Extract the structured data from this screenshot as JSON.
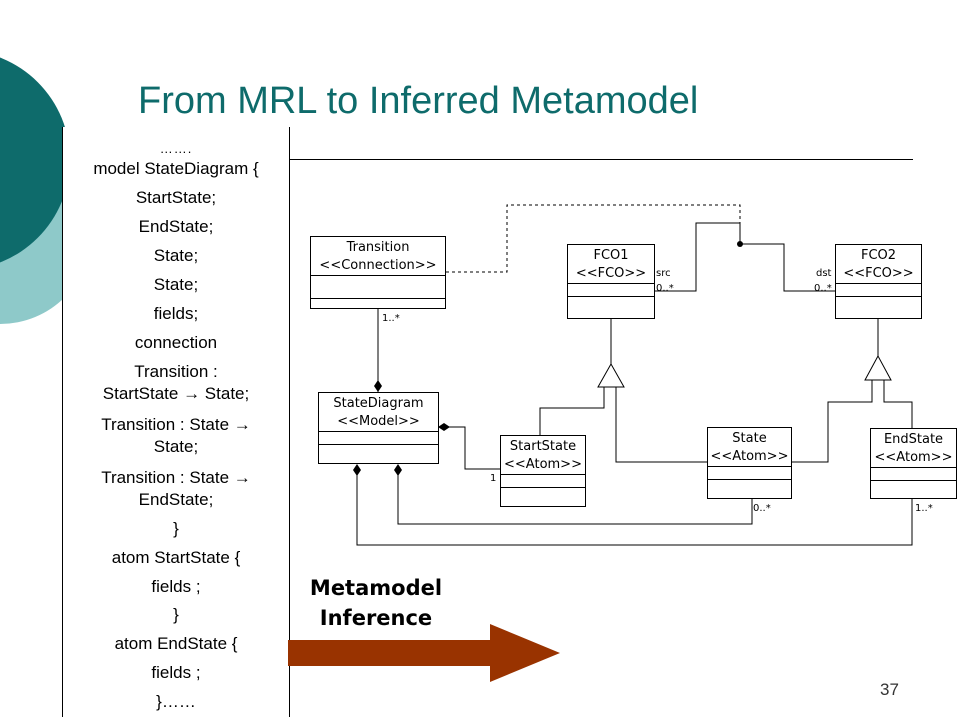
{
  "slide": {
    "title": "From MRL to Inferred Metamodel",
    "page_number": "37"
  },
  "code_lines": [
    "…….",
    "model StateDiagram {",
    "StartState;",
    "EndState;",
    "State;",
    "State;",
    "fields;",
    "connection",
    "Transition :",
    "StartState → State;",
    "Transition : State →",
    "State;",
    "Transition : State →",
    "EndState;",
    "}",
    "atom StartState {",
    "fields ;",
    "}",
    "atom EndState {",
    "fields ;",
    "}……"
  ],
  "inference_label": {
    "line1": "Metamodel",
    "line2": "Inference"
  },
  "diagram": {
    "classes": {
      "transition": {
        "name": "Transition",
        "stereotype": "<<Connection>>"
      },
      "fco1": {
        "name": "FCO1",
        "stereotype": "<<FCO>>"
      },
      "fco2": {
        "name": "FCO2",
        "stereotype": "<<FCO>>"
      },
      "statediagram": {
        "name": "StateDiagram",
        "stereotype": "<<Model>>"
      },
      "startstate": {
        "name": "StartState",
        "stereotype": "<<Atom>>"
      },
      "state": {
        "name": "State",
        "stereotype": "<<Atom>>"
      },
      "endstate": {
        "name": "EndState",
        "stereotype": "<<Atom>>"
      }
    },
    "labels": {
      "src": "src",
      "src_mult": "0..*",
      "dst": "dst",
      "dst_mult": "0..*",
      "transition_mult": "1..*",
      "startstate_mult": "1",
      "state_mult": "0..*",
      "endstate_mult": "1..*"
    }
  },
  "colors": {
    "title": "#0e6b6b",
    "circle_dark": "#0e6b6b",
    "circle_light": "#8ec9c9",
    "arrow": "#993300"
  }
}
